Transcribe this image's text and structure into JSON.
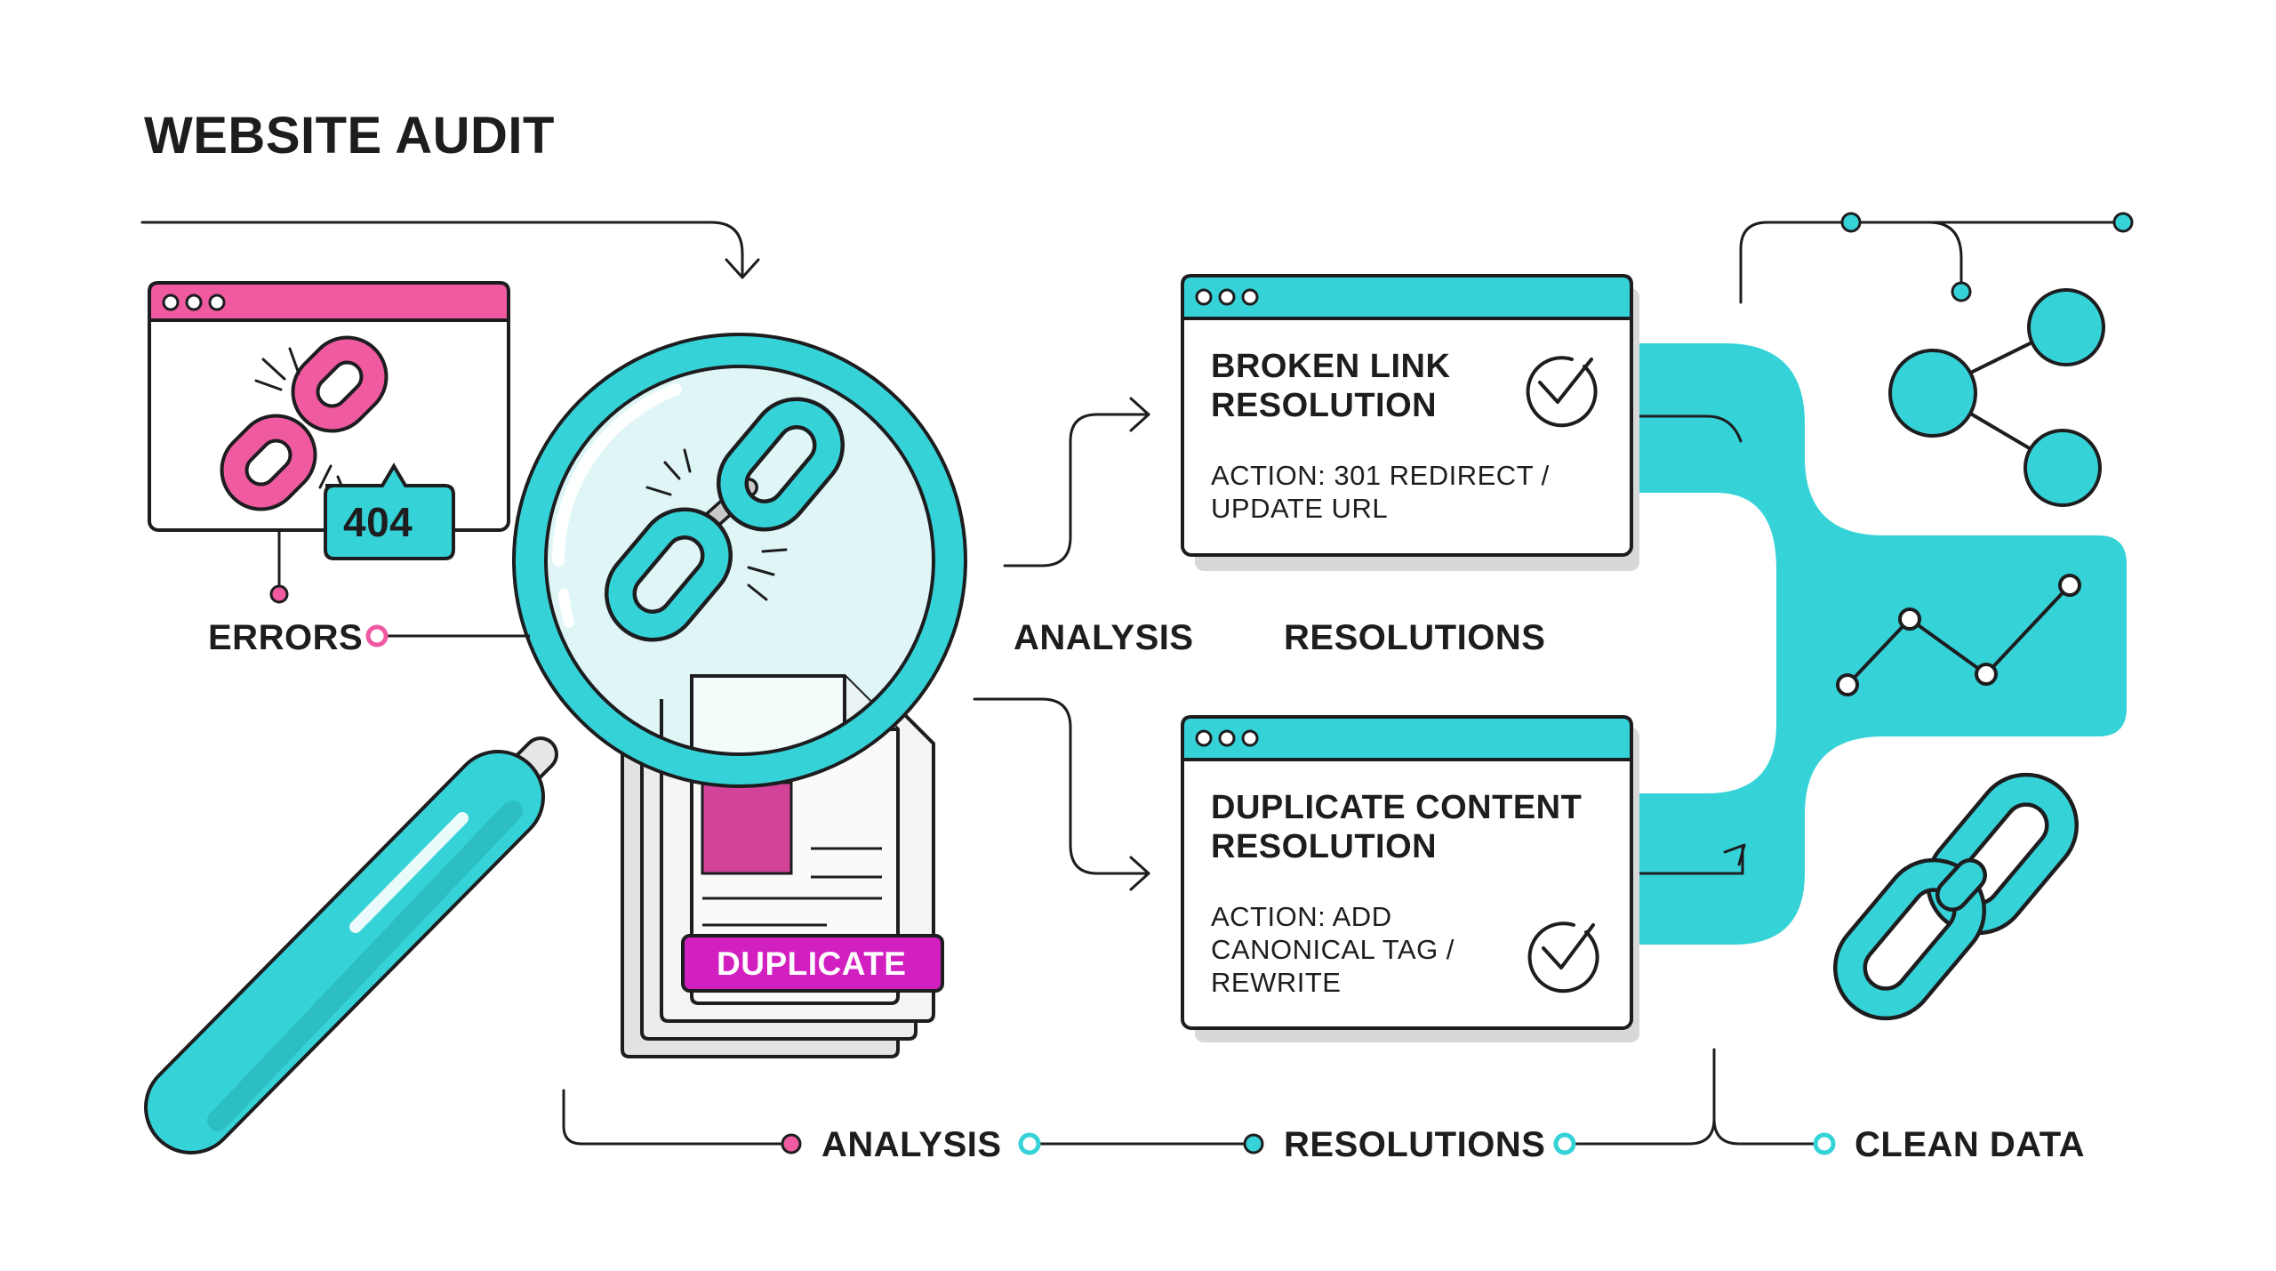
{
  "title": "WEBSITE AUDIT",
  "labels": {
    "errors": "ERRORS",
    "analysis": "ANALYSIS",
    "resolutions": "RESOLUTIONS",
    "badge_404": "404",
    "duplicate_tag": "DUPLICATE"
  },
  "cards": {
    "broken": {
      "title": "BROKEN LINK RESOLUTION",
      "action": "ACTION: 301 REDIRECT / UPDATE URL"
    },
    "duplicate": {
      "title": "DUPLICATE CONTENT RESOLUTION",
      "action": "ACTION: ADD CANONICAL TAG / REWRITE"
    }
  },
  "timeline": [
    "ANALYSIS",
    "RESOLUTIONS",
    "CLEAN DATA"
  ],
  "colors": {
    "teal": "#35d3d8",
    "pink": "#ef5aa0",
    "magenta": "#d21fc0",
    "outline": "#1d1d1f",
    "lens": "#dff5f6"
  },
  "icons": [
    "broken-link-icon",
    "magnifier-icon",
    "checkmark-icon",
    "network-icon",
    "line-chart-icon",
    "chain-link-icon",
    "document-stack-icon"
  ]
}
